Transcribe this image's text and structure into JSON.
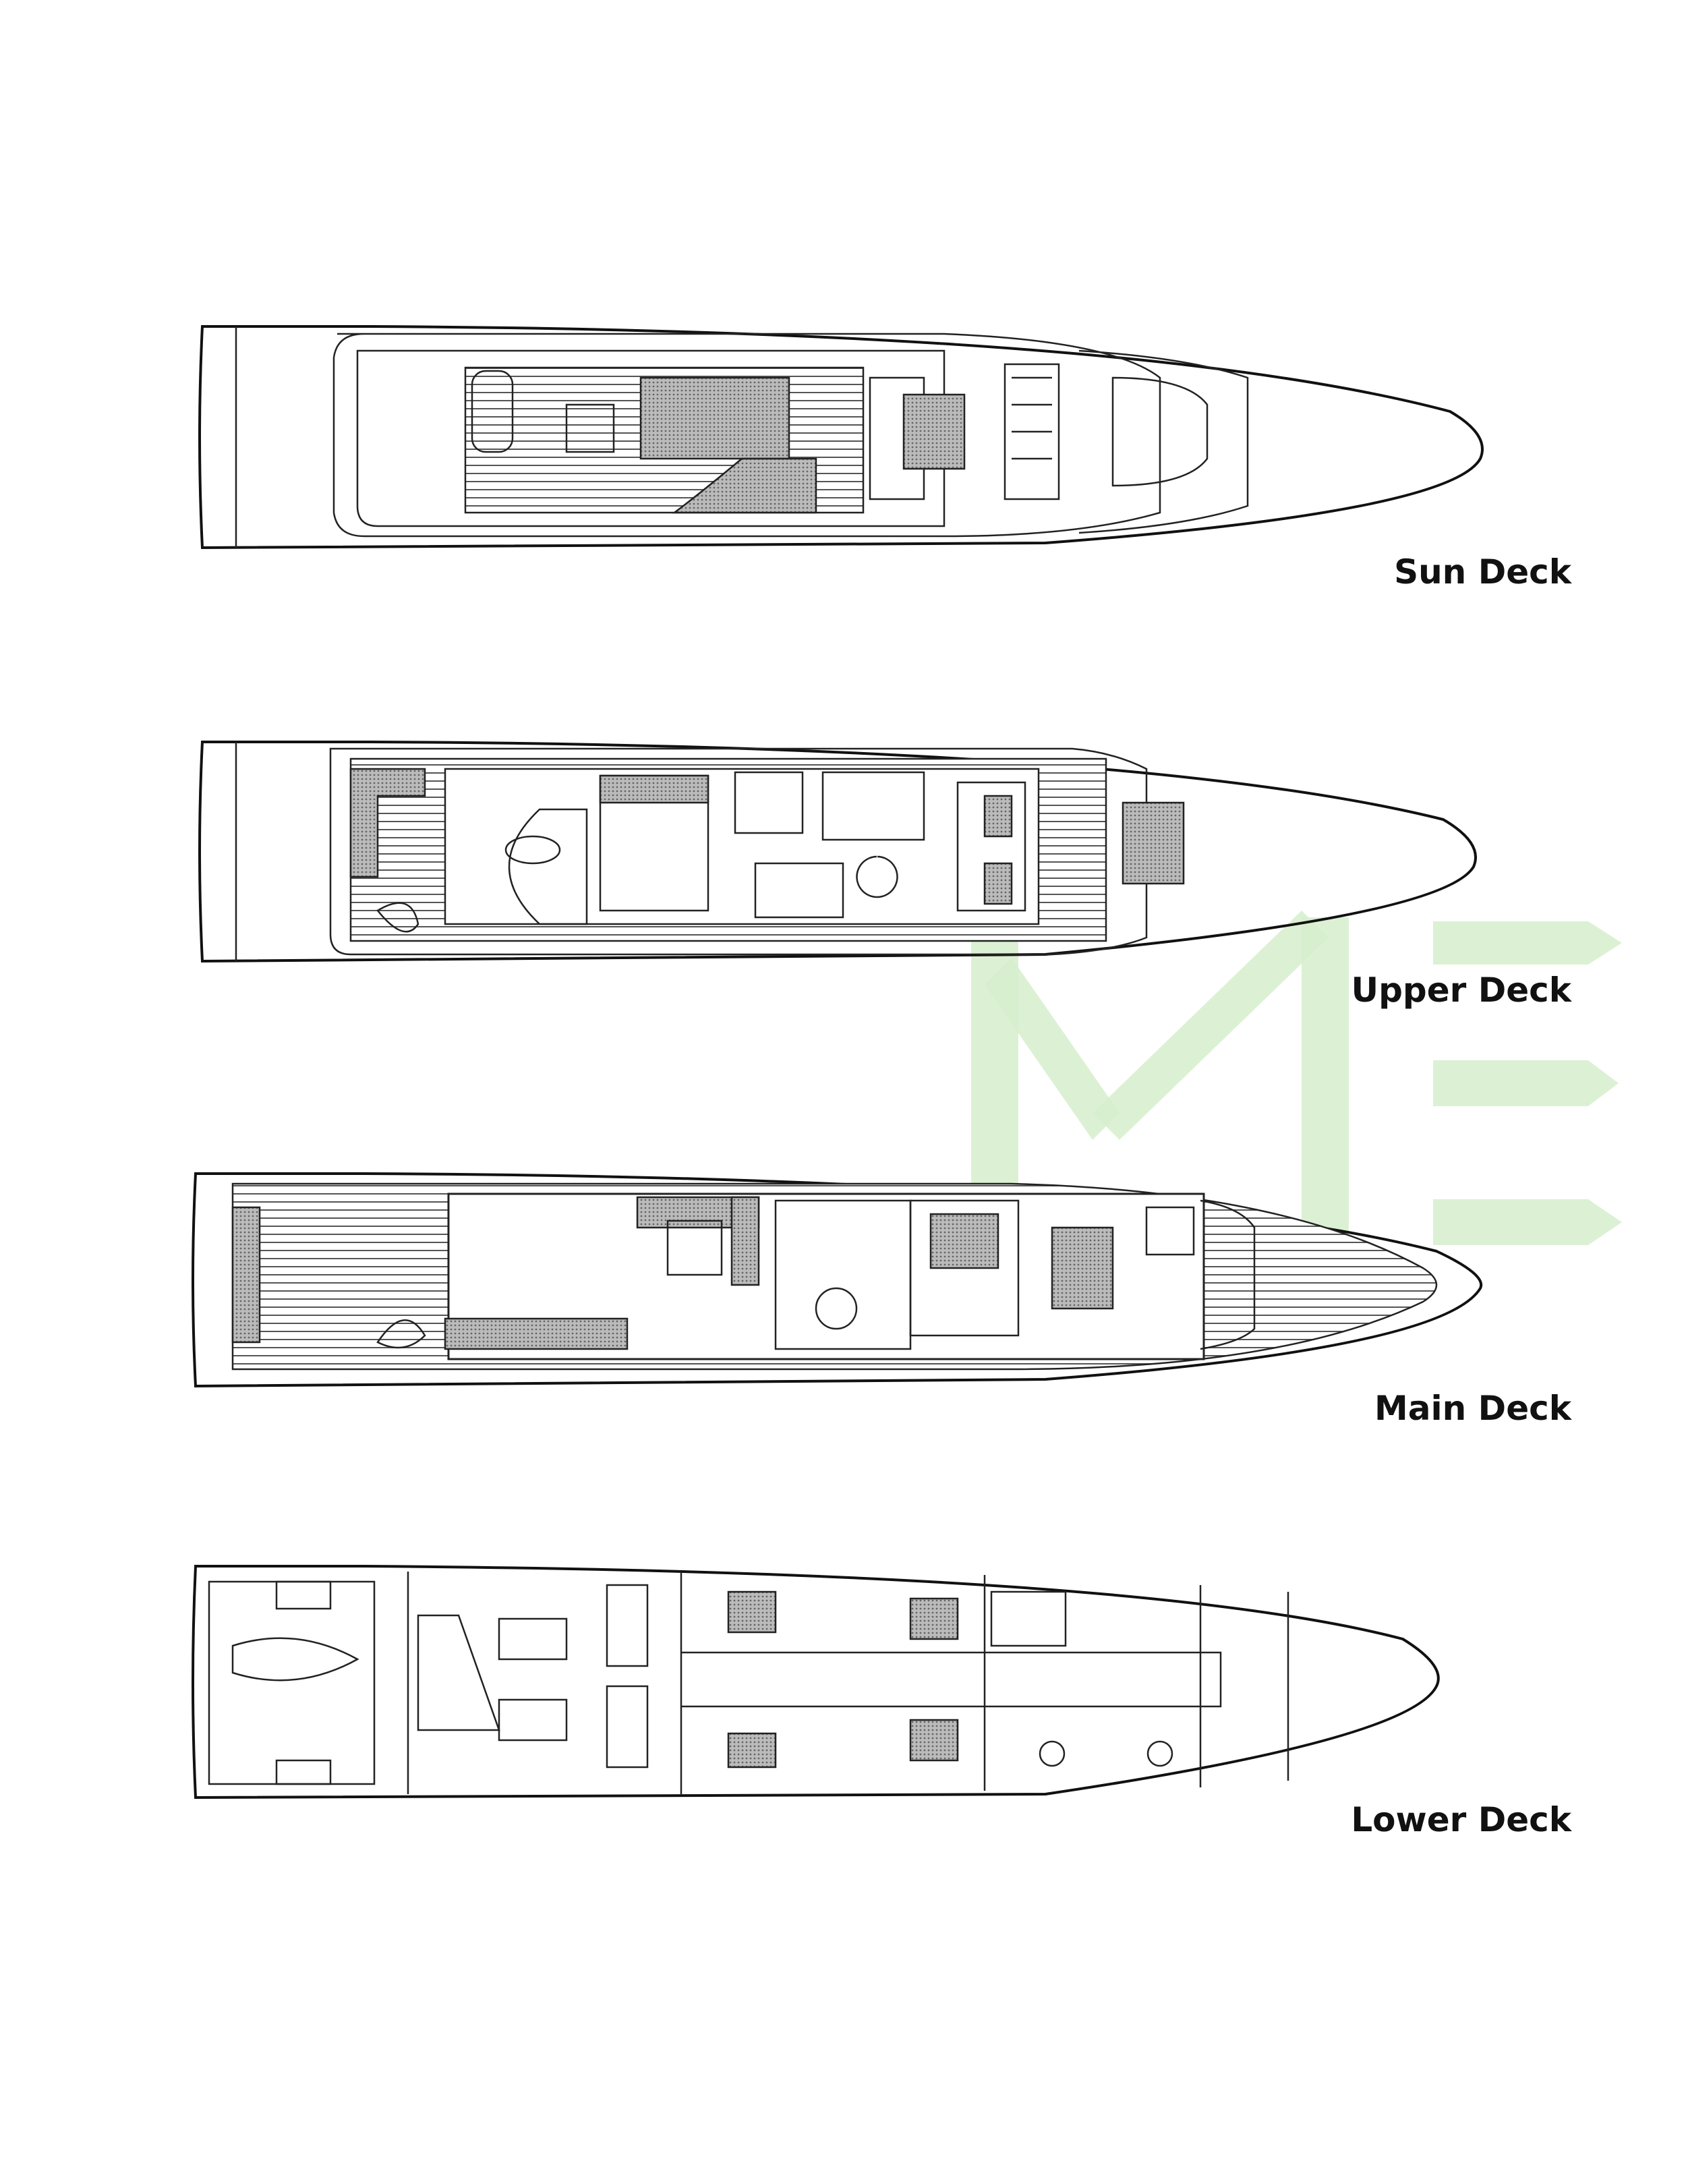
{
  "decks": [
    {
      "label": "Sun Deck"
    },
    {
      "label": "Upper Deck"
    },
    {
      "label": "Main Deck"
    },
    {
      "label": "Lower Deck"
    }
  ],
  "watermark": {
    "letters": "ME",
    "color": "#d6efcc"
  }
}
